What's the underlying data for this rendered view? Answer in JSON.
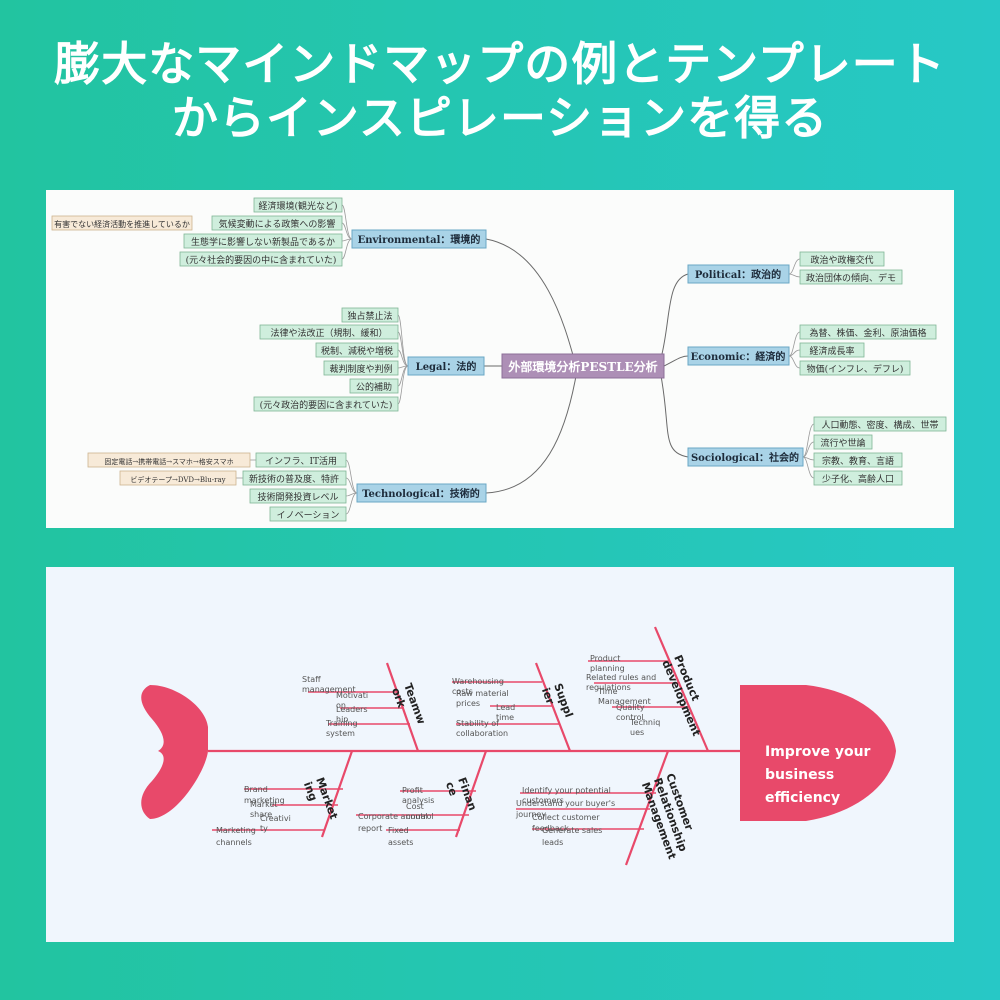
{
  "headline": {
    "line1": "膨大なマインドマップの例とテンプレート",
    "line2": "からインスピレーションを得る"
  },
  "colors": {
    "bg_left": "#22c4a0",
    "bg_right": "#27c8c6",
    "fish": "#e8496a",
    "root_node": "#ad8fb6",
    "branch_node": "#a9d3e7",
    "leaf_node": "#cfeedd"
  },
  "pestle": {
    "root": "外部環境分析PESTLE分析",
    "environmental": {
      "label": "Environmental：環境的",
      "items": [
        "経済環境(観光など)",
        "気候変動による政策への影響",
        "生態学に影響しない新製品であるか",
        "(元々社会的要因の中に含まれていた)"
      ],
      "sub": "有害でない経済活動を推進しているか"
    },
    "legal": {
      "label": "Legal：法的",
      "items": [
        "独占禁止法",
        "法律や法改正（規制、緩和）",
        "税制、減税や増税",
        "裁判制度や判例",
        "公的補助",
        "(元々政治的要因に含まれていた)"
      ]
    },
    "technological": {
      "label": "Technological：技術的",
      "items": [
        "インフラ、IT活用",
        "新技術の普及度、特許",
        "技術開発投資レベル",
        "イノベーション"
      ],
      "sub1": "固定電話→携帯電話→スマホ→格安スマホ",
      "sub2": "ビデオテープ→DVD→Blu-ray"
    },
    "political": {
      "label": "Political：政治的",
      "items": [
        "政治や政権交代",
        "政治団体の傾向、デモ"
      ]
    },
    "economic": {
      "label": "Economic：経済的",
      "items": [
        "為替、株価、金利、原油価格",
        "経済成長率",
        "物価(インフレ、デフレ)"
      ]
    },
    "sociological": {
      "label": "Sociological：社会的",
      "items": [
        "人口動態、密度、構成、世帯",
        "流行や世論",
        "宗教、教育、言語",
        "少子化、高齢人口"
      ]
    }
  },
  "fishbone": {
    "head": [
      "Improve your",
      "business",
      "efficiency"
    ],
    "teamwork": {
      "label": [
        "Teamw",
        "ork"
      ],
      "items": [
        "Staff",
        "management",
        "Motivati",
        "on",
        "Leaders",
        "hip",
        "Training",
        "system"
      ]
    },
    "supplier": {
      "label": [
        "Suppl",
        "ier"
      ],
      "items": [
        "Warehousing",
        "costs",
        "Raw material",
        "prices",
        "Lead",
        "time",
        "Stability of",
        "collaboration"
      ]
    },
    "product": {
      "label": [
        "Product",
        "development"
      ],
      "items": [
        "Product",
        "planning",
        "Related rules and",
        "regulations",
        "Time",
        "Management",
        "Quality",
        "control",
        "Techniq",
        "ues"
      ]
    },
    "marketing": {
      "label": [
        "Market",
        "ing"
      ],
      "items": [
        "Brand",
        "marketing",
        "Market",
        "share",
        "Creativi",
        "ty",
        "Marketing",
        "channels"
      ]
    },
    "finance": {
      "label": [
        "Finan",
        "ce"
      ],
      "items": [
        "Profit",
        "analysis",
        "Corporate annual",
        "report",
        "Cost",
        "control",
        "Fixed",
        "assets"
      ]
    },
    "crm": {
      "label": [
        "Customer",
        "Relationship",
        "Management"
      ],
      "items": [
        "Identify your potential",
        "customers",
        "Understand your buyer's",
        "journey",
        "Collect customer",
        "feedback",
        "Generate sales",
        "leads"
      ]
    }
  }
}
